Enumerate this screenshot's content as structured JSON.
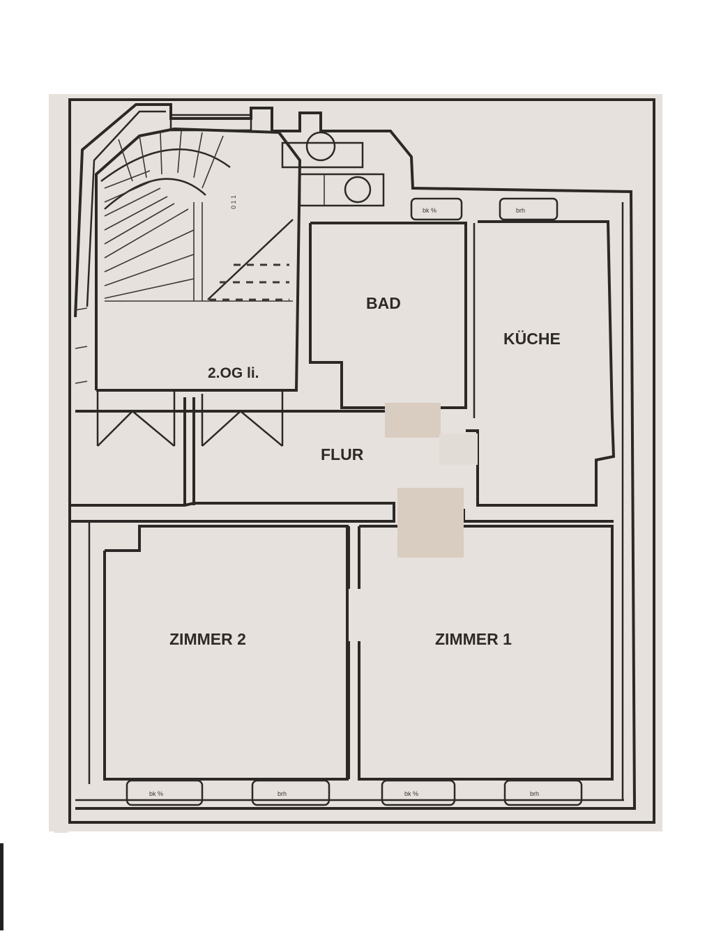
{
  "plan": {
    "colors": {
      "paper": "#e6e1dc",
      "wall": "#2b2826",
      "label": "#2e2a27",
      "patch": "#d9ccc1"
    },
    "stair_label": "2.OG li.",
    "rooms": {
      "bad": "BAD",
      "kueche": "KÜCHE",
      "flur": "FLUR",
      "zimmer2": "ZIMMER 2",
      "zimmer1": "ZIMMER 1"
    },
    "radiator_marks": [
      "bk %",
      "brh",
      "bk %",
      "brh",
      "bk %",
      "brh"
    ]
  }
}
